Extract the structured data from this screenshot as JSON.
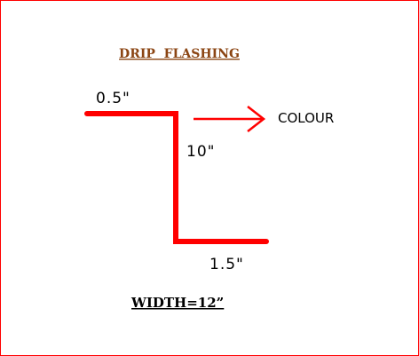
{
  "title": "DRIP  FLASHING",
  "dimensions": {
    "top_flange": "0.5\"",
    "vertical_drop": "10\"",
    "bottom_flange": "1.5\""
  },
  "colour_label": "COLOUR",
  "width_label": "WIDTH=12”",
  "colors": {
    "border": "#ff0000",
    "profile": "#ff0000",
    "arrow": "#ff0000",
    "title": "#8b4513",
    "text": "#000000"
  }
}
